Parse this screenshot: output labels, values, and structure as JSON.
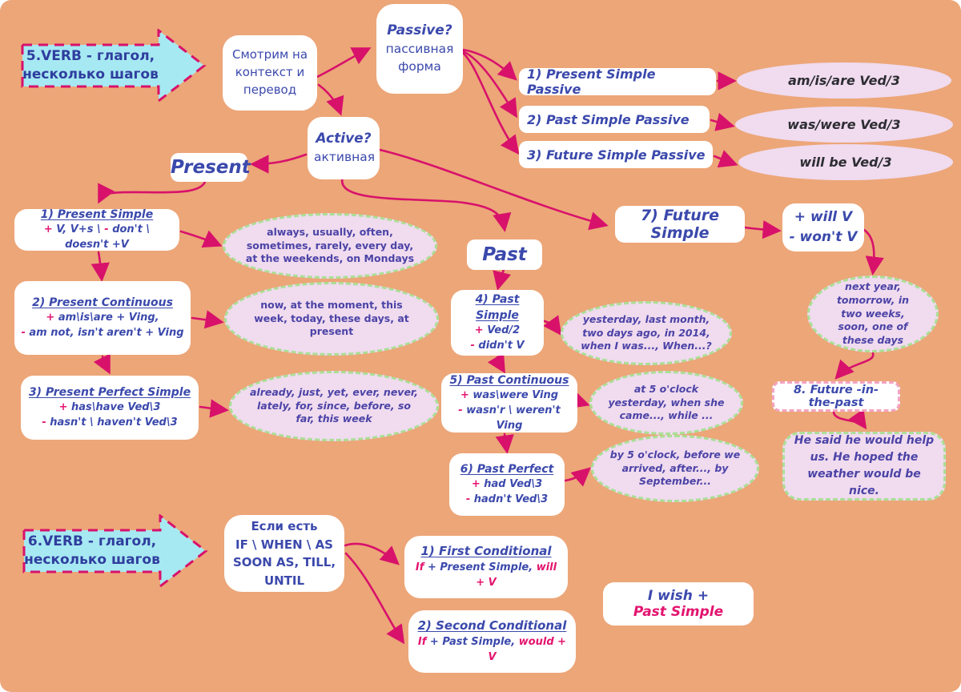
{
  "colors": {
    "background": "#ECA678",
    "accent_pink": "#D8116B",
    "indigo_text": "#3B49AC",
    "cyan_banner": "#A6E9F2",
    "lavender": "#F0DBEF",
    "green_border": "#ABDF96",
    "dark_text": "#2D2D33"
  },
  "banners": {
    "step5": "5.VERB - глагол, несколько шагов",
    "step6": "6.VERB - глагол, несколько шагов"
  },
  "start": {
    "context": "Смотрим на контекст и перевод",
    "passive": {
      "title": "Passive?",
      "subtitle": "пассивная форма"
    },
    "active": {
      "title": "Active?",
      "subtitle": "активная"
    },
    "present_label": "Present",
    "past_label": "Past"
  },
  "passive_tenses": [
    {
      "label": "1) Present Simple Passive",
      "form": "am/is/are Ved/3"
    },
    {
      "label": "2) Past Simple Passive",
      "form": "was/were Ved/3"
    },
    {
      "label": "3) Future Simple Passive",
      "form": "will be Ved/3"
    }
  ],
  "tenses": {
    "present_simple": {
      "title": "1) Present Simple",
      "lines": [
        [
          {
            "t": "+ ",
            "c": "pink"
          },
          {
            "t": "V, V+s \\ "
          },
          {
            "t": "- ",
            "c": "pink"
          },
          {
            "t": "don't \\ doesn't +V"
          }
        ]
      ],
      "hint": "always, usually, often, sometimes, rarely, every day, at the weekends, on Mondays"
    },
    "present_continuous": {
      "title": "2) Present Continuous",
      "lines": [
        [
          {
            "t": "+ ",
            "c": "pink"
          },
          {
            "t": "am\\is\\are + Ving,"
          }
        ],
        [
          {
            "t": "- ",
            "c": "pink"
          },
          {
            "t": "am not, isn't aren't + Ving"
          }
        ]
      ],
      "hint": "now, at the moment, this week, today, these days, at present"
    },
    "present_perfect": {
      "title": "3) Present Perfect Simple",
      "lines": [
        [
          {
            "t": "+ ",
            "c": "pink"
          },
          {
            "t": "has\\have Ved\\3"
          }
        ],
        [
          {
            "t": "- ",
            "c": "pink"
          },
          {
            "t": "hasn't \\ haven't Ved\\3"
          }
        ]
      ],
      "hint": "already, just, yet, ever, never, lately, for, since, before, so far, this week"
    },
    "past_simple": {
      "title": "4) Past Simple",
      "lines": [
        [
          {
            "t": "+ ",
            "c": "pink"
          },
          {
            "t": "Ved/2"
          }
        ],
        [
          {
            "t": "- ",
            "c": "pink"
          },
          {
            "t": "didn't V"
          }
        ]
      ],
      "hint": "yesterday, last month, two days ago, in 2014, when I was..., When...?"
    },
    "past_continuous": {
      "title": "5) Past Continuous",
      "lines": [
        [
          {
            "t": "+ ",
            "c": "pink"
          },
          {
            "t": "was\\were Ving"
          }
        ],
        [
          {
            "t": "- ",
            "c": "pink"
          },
          {
            "t": "wasn'r \\ weren't Ving"
          }
        ]
      ],
      "hint": "at 5 o'clock yesterday, when she came..., while ..."
    },
    "past_perfect": {
      "title": "6) Past Perfect",
      "lines": [
        [
          {
            "t": "+ ",
            "c": "pink"
          },
          {
            "t": "had Ved\\3"
          }
        ],
        [
          {
            "t": "- ",
            "c": "pink"
          },
          {
            "t": "hadn't Ved\\3"
          }
        ]
      ],
      "hint": "by 5 o'clock, before we arrived, after..., by September..."
    },
    "future_simple": {
      "title": "7) Future Simple",
      "lines": [
        [
          {
            "t": "+ will V"
          }
        ],
        [
          {
            "t": "- won't V"
          }
        ]
      ],
      "hint": "next year, tomorrow, in two weeks, soon, one of these days"
    },
    "future_in_past": {
      "title": "8. Future -in-the-past",
      "example": "He said he would help us. He hoped the weather would be nice."
    }
  },
  "conditionals": {
    "trigger": [
      {
        "t": "Если есть "
      },
      {
        "t": "IF \\ WHEN \\ AS SOON AS, TILL, UNTIL",
        "c": "b"
      }
    ],
    "first": {
      "title": "1) First Conditional",
      "line": [
        {
          "t": "If ",
          "c": "pink"
        },
        {
          "t": "+ Present Simple, "
        },
        {
          "t": "will + V",
          "c": "pink"
        }
      ]
    },
    "second": {
      "title": "2) Second Conditional",
      "line": [
        {
          "t": "If ",
          "c": "pink"
        },
        {
          "t": "+ Past Simple, "
        },
        {
          "t": "would + V",
          "c": "pink"
        }
      ]
    },
    "wish": [
      {
        "t": "I wish + "
      },
      {
        "t": "Past Simple",
        "c": "pink"
      }
    ]
  }
}
